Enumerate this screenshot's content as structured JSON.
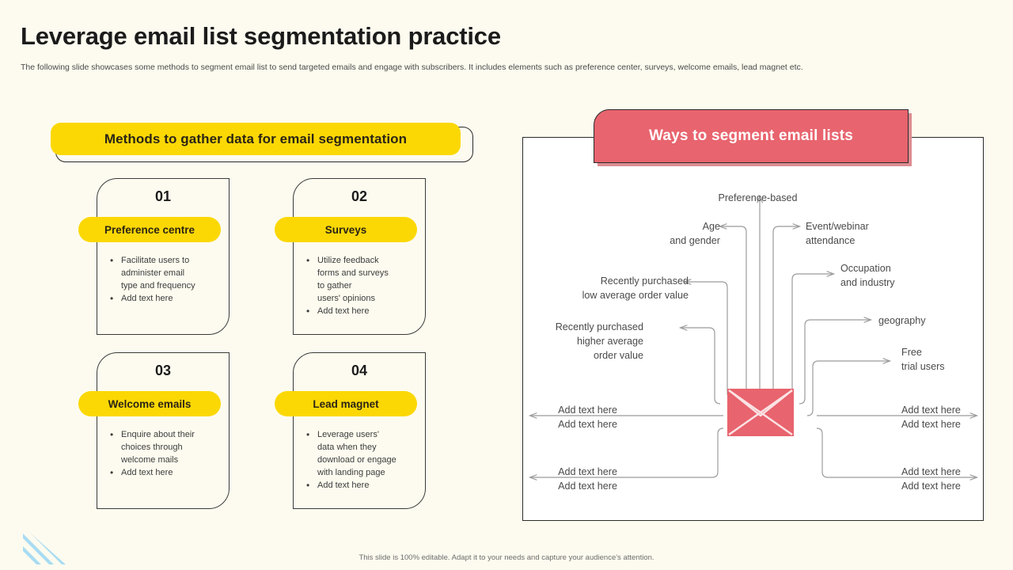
{
  "slide": {
    "title": "Leverage email list segmentation practice",
    "subtitle": "The following slide showcases some methods to segment email list to send targeted emails and engage with subscribers. It includes elements such as preference center, surveys, welcome emails, lead magnet etc.",
    "footer_note": "This slide is 100% editable. Adapt it to your needs and capture your audience's attention.",
    "background_color": "#fdfbef"
  },
  "colors": {
    "yellow": "#fbd804",
    "red": "#e8646e",
    "outline": "#2b2b2b",
    "text_dark": "#1b1b1b",
    "text_muted": "#4a4a4a",
    "logo_blue": "#a8dcf2"
  },
  "left_panel": {
    "banner_label": "Methods to gather data for email segmentation",
    "cards": [
      {
        "number": "01",
        "title": "Preference centre",
        "bullets": [
          "Facilitate users to\nadminister email\ntype and frequency",
          "Add text here"
        ]
      },
      {
        "number": "02",
        "title": "Surveys",
        "bullets": [
          "Utilize feedback\nforms and surveys\nto gather\nusers' opinions",
          "Add text here"
        ]
      },
      {
        "number": "03",
        "title": "Welcome emails",
        "bullets": [
          "Enquire about their\nchoices through\nwelcome mails",
          "Add text here"
        ]
      },
      {
        "number": "04",
        "title": "Lead magnet",
        "bullets": [
          "Leverage users'\ndata when they\ndownload or engage\nwith landing page",
          "Add text here"
        ]
      }
    ]
  },
  "right_panel": {
    "banner_label": "Ways to segment email lists",
    "center_icon": "envelope-icon",
    "labels": {
      "top_center": "Preference-based",
      "left_1": "Age\nand gender",
      "left_2": "Recently purchased\nlow average order value",
      "left_3": "Recently purchased\nhigher average\norder value",
      "left_4": "Add text here\nAdd text here",
      "left_5": "Add text here\nAdd text here",
      "right_1": "Event/webinar\nattendance",
      "right_2": "Occupation\nand industry",
      "right_3": "geography",
      "right_4": "Free\ntrial users",
      "right_5": "Add text here\nAdd text here",
      "right_6": "Add text here\nAdd text here"
    }
  }
}
